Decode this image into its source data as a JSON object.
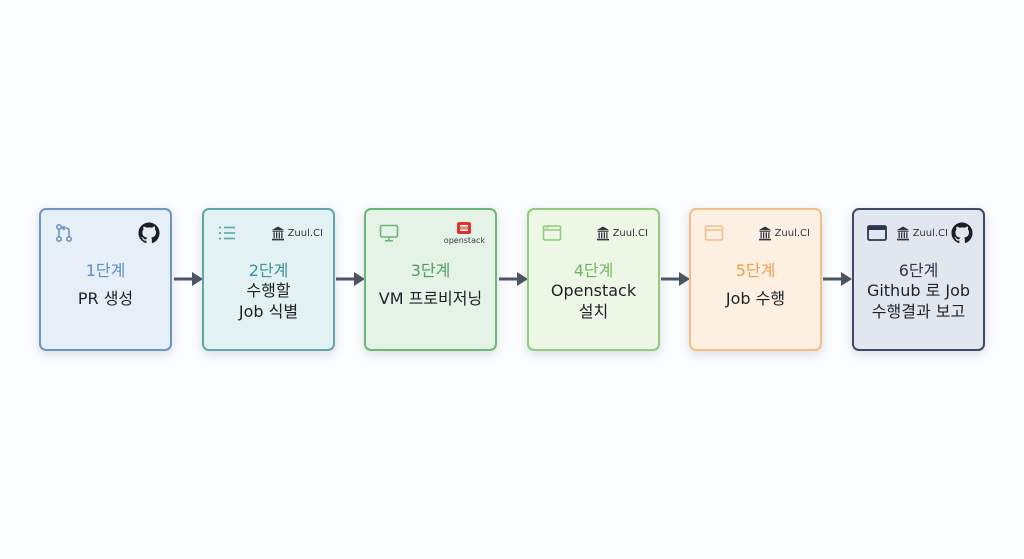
{
  "steps": [
    {
      "step_label": "1단계",
      "desc_lines": [
        "PR 생성"
      ],
      "left_icon": "git-pull-request-icon",
      "badge_icon": "github-icon",
      "colors": {
        "border": "#6f95c4",
        "bg": "#e6eef8",
        "accent": "#5b8ec9"
      }
    },
    {
      "step_label": "2단계",
      "desc_lines": [
        "수행할",
        "Job 식별"
      ],
      "left_icon": "list-icon",
      "badge_icon": "zuul-icon",
      "badge_text": "Zuul.CI",
      "colors": {
        "border": "#5fa6ad",
        "bg": "#e2f1f1",
        "accent": "#3f8f99"
      }
    },
    {
      "step_label": "3단계",
      "desc_lines": [
        "VM 프로비저닝"
      ],
      "left_icon": "monitor-icon",
      "badge_icon": "openstack-icon",
      "badge_text": "openstack",
      "colors": {
        "border": "#6cb777",
        "bg": "#e4f3e5",
        "accent": "#4e9e5d"
      }
    },
    {
      "step_label": "4단계",
      "desc_lines": [
        "Openstack",
        "설치"
      ],
      "left_icon": "terminal-window-icon",
      "badge_icon": "zuul-icon",
      "badge_text": "Zuul.CI",
      "colors": {
        "border": "#8fcc7d",
        "bg": "#edf7e6",
        "accent": "#74b35c"
      }
    },
    {
      "step_label": "5단계",
      "desc_lines": [
        "Job 수행"
      ],
      "left_icon": "browser-window-icon",
      "badge_icon": "zuul-icon",
      "badge_text": "Zuul.CI",
      "colors": {
        "border": "#f2bf86",
        "bg": "#fdf0e2",
        "accent": "#ee9f4d"
      }
    },
    {
      "step_label": "6단계",
      "desc_lines": [
        "Github 로 Job",
        "수행결과 보고"
      ],
      "left_icon": "browser-window-icon",
      "badge_icon": "zuul-github-icon",
      "badge_text": "Zuul.CI",
      "colors": {
        "border": "#3c4a68",
        "bg": "#e2e7ef",
        "accent": "#2a3550"
      }
    }
  ],
  "arrow_color": "#4d5562"
}
